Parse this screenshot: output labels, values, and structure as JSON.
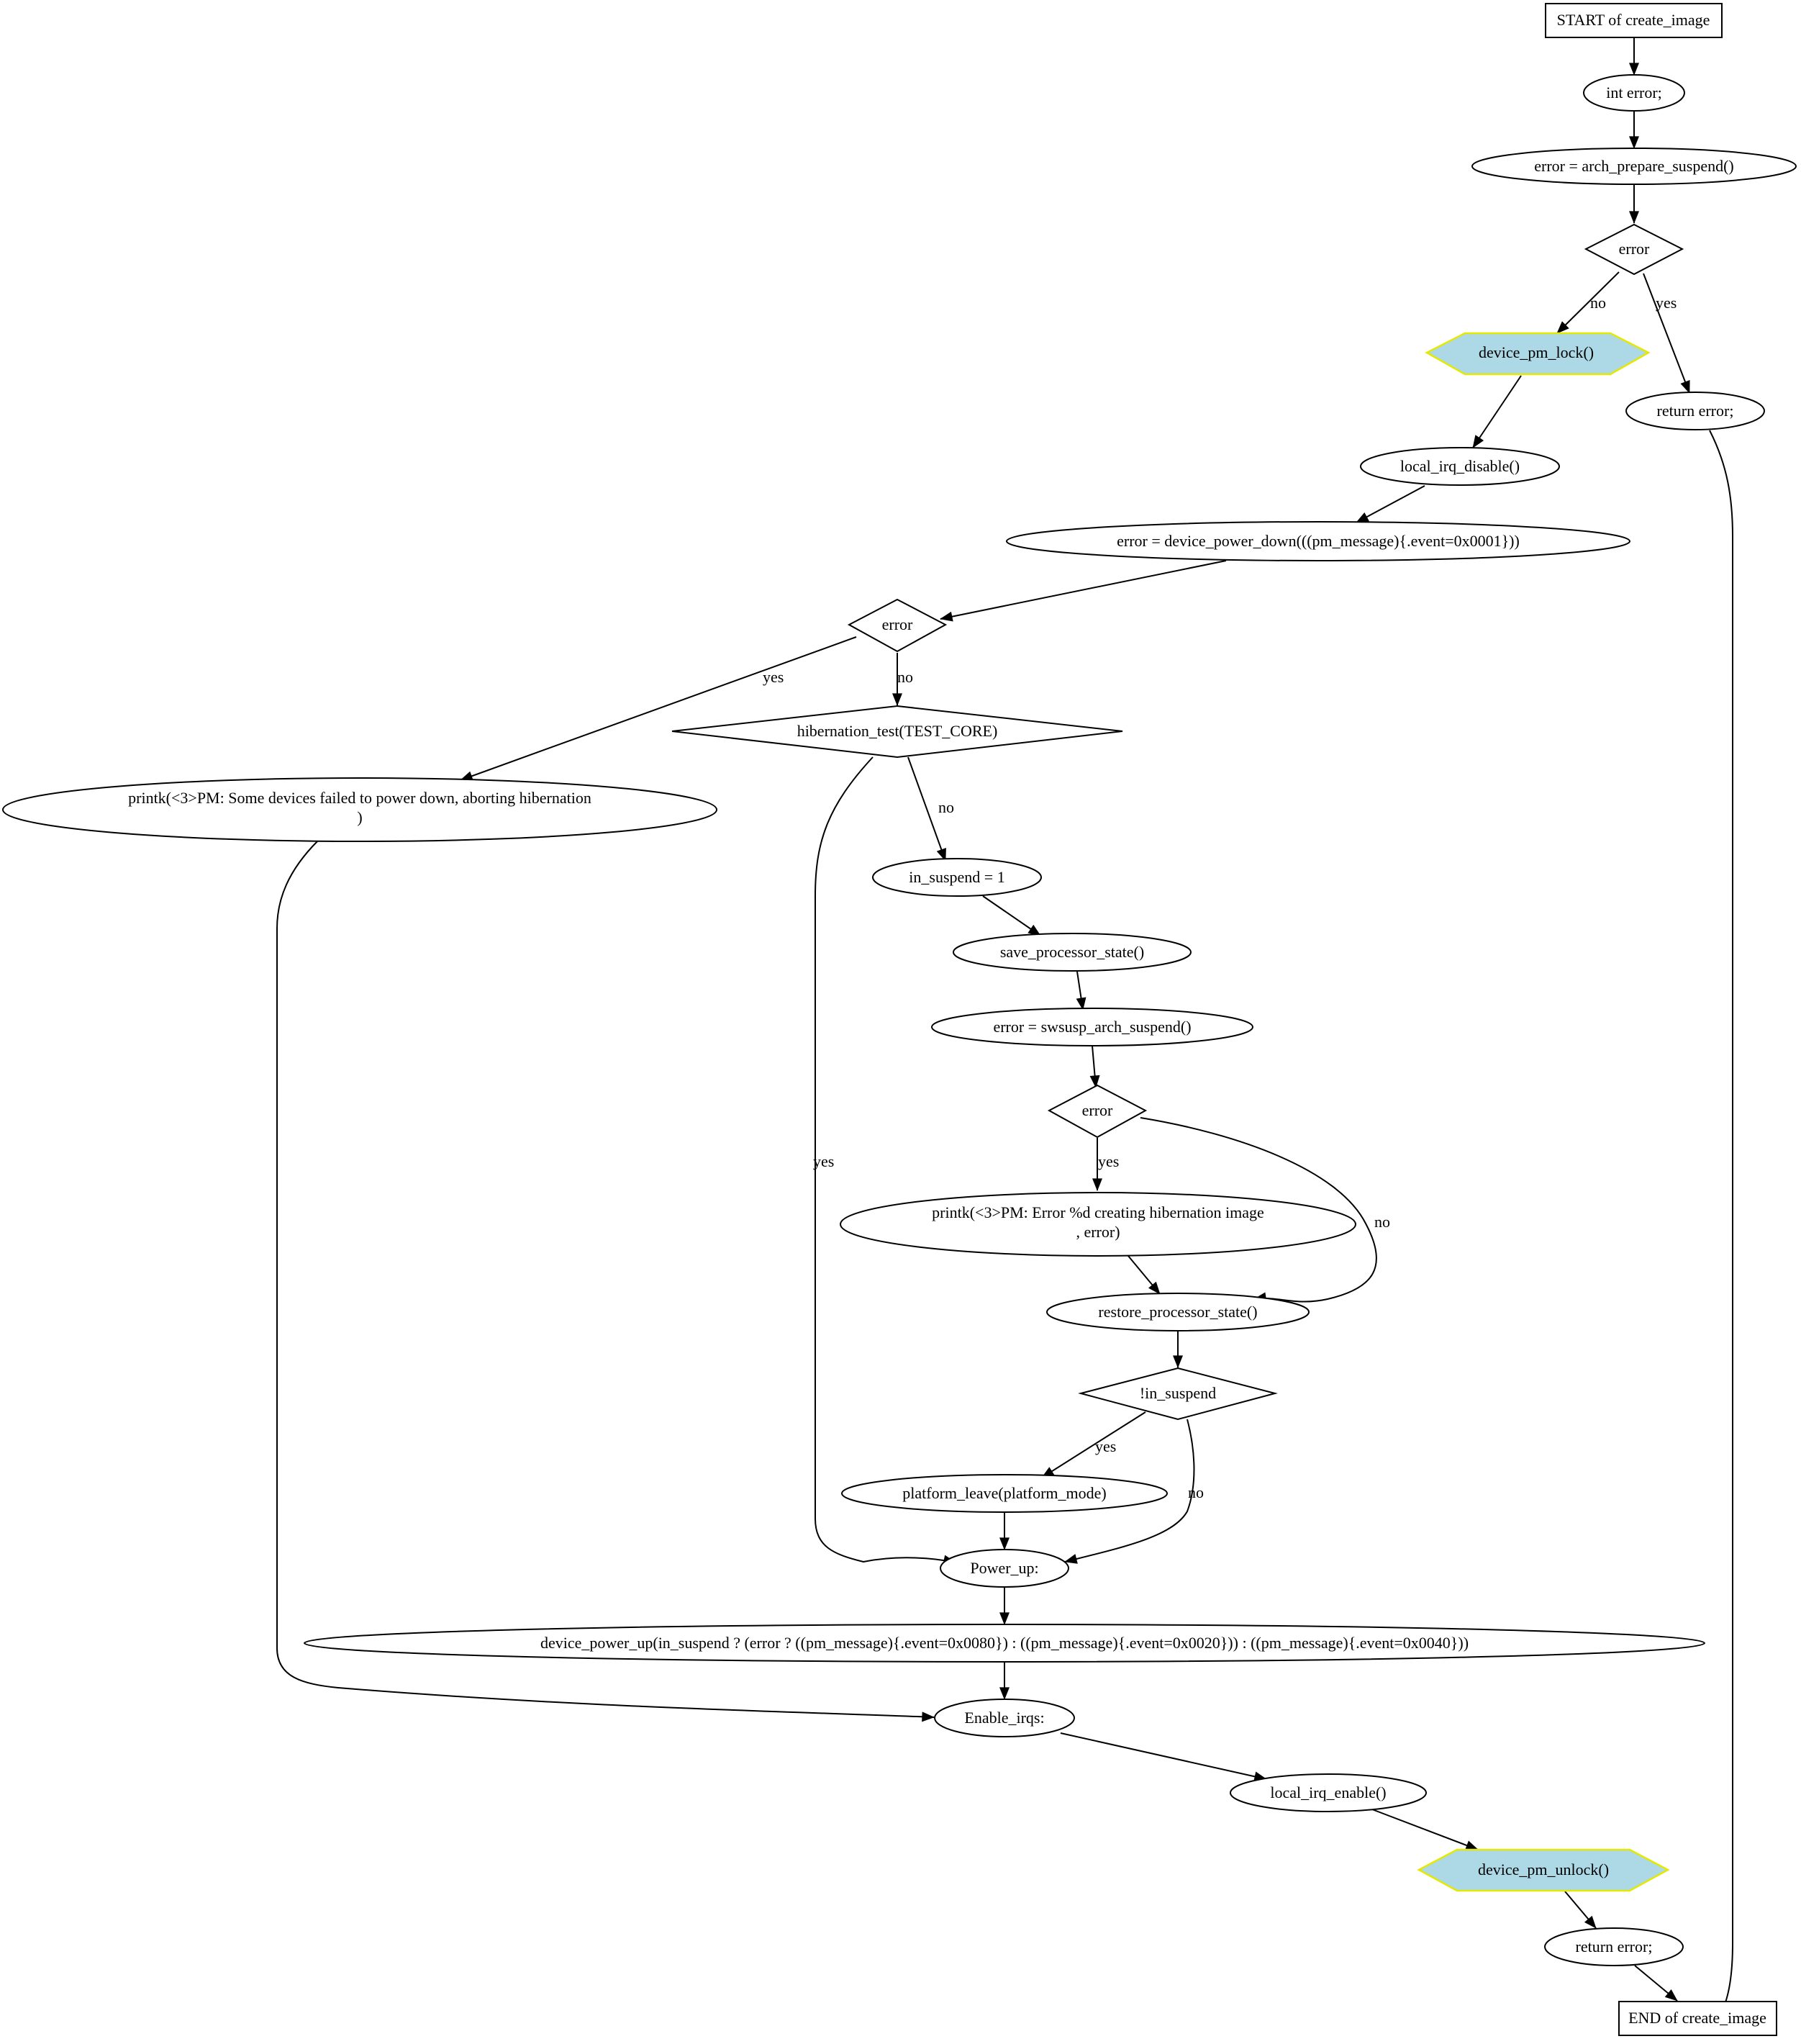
{
  "diagram": {
    "colors": {
      "background": "#ffffff",
      "stroke": "#000000",
      "call_fill": "#add8e6",
      "call_border": "#e5e800"
    },
    "nodes": {
      "start": "START of create_image",
      "decl": "int error;",
      "prep": "error = arch_prepare_suspend()",
      "err1": "error",
      "lock": "device_pm_lock()",
      "ret1": "return error;",
      "irqdis": "local_irq_disable()",
      "pdown": "error = device_power_down(((pm_message){.event=0x0001}))",
      "err2": "error",
      "hibtest": "hibernation_test(TEST_CORE)",
      "printk1_l1": "printk(<3>PM: Some devices failed to power down, aborting hibernation",
      "printk1_l2": ")",
      "insusp": "in_suspend = 1",
      "save": "save_processor_state()",
      "swsusp": "error = swsusp_arch_suspend()",
      "err3": "error",
      "printk2_l1": "printk(<3>PM: Error %d creating hibernation image",
      "printk2_l2": ", error)",
      "restore": "restore_processor_state()",
      "notinsusp": "!in_suspend",
      "platleave": "platform_leave(platform_mode)",
      "powerup": "Power_up:",
      "devpowerup": "device_power_up(in_suspend ? (error ? ((pm_message){.event=0x0080}) : ((pm_message){.event=0x0020})) : ((pm_message){.event=0x0040}))",
      "enableirqs": "Enable_irqs:",
      "irqen": "local_irq_enable()",
      "unlock": "device_pm_unlock()",
      "ret2": "return error;",
      "end": "END of create_image"
    },
    "edge_labels": {
      "err1_no": "no",
      "err1_yes": "yes",
      "err2_yes": "yes",
      "err2_no": "no",
      "hib_yes": "yes",
      "hib_no": "no",
      "err3_yes": "yes",
      "err3_no": "no",
      "notin_yes": "yes",
      "notin_no": "no"
    }
  }
}
